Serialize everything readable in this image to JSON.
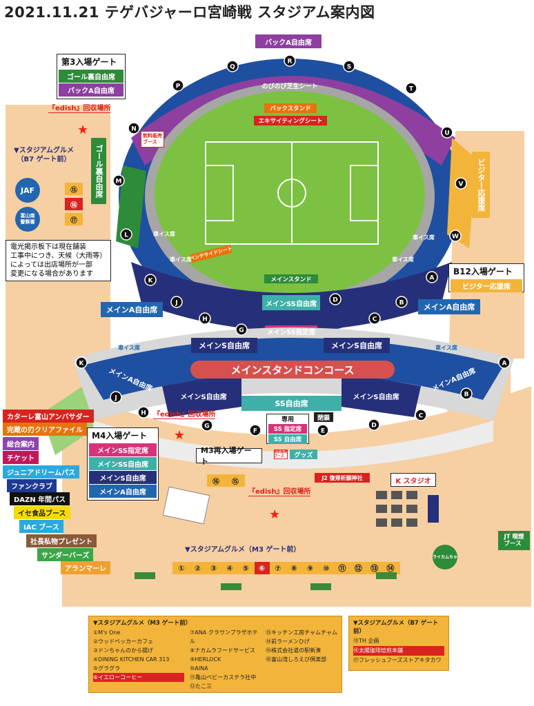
{
  "title": "2021.11.21 テゲバジャーロ宮崎戦 スタジアム案内図",
  "back_stand": {
    "label": "バックA自由席",
    "nobi": "のびのび芝生シート",
    "back_stand": "バックスタンド",
    "exciting": "エキサイティングシート"
  },
  "gate3": {
    "title": "第3入場ゲート",
    "rows": [
      "ゴール裏自由席",
      "バックA自由席"
    ]
  },
  "edish_top": "『edish』回収場所",
  "edish_mid": "『edish』回収場所",
  "edish_bottom": "『edish』回収場所",
  "goal_seats": "ゴール裏自由席",
  "visitor_seats": "ビジター応援席",
  "drink_booth": "飲料販売\nブース",
  "b7_gourmet": {
    "title": "▼スタジアムグルメ\n（B7 ゲート前）",
    "jaf": "JAF",
    "police": "富山南\n警察署",
    "n15": "⑮",
    "n16": "⑯",
    "n17": "⑰"
  },
  "notice": [
    "電光掲示板下は現在舗装",
    "工事中につき、天候（大雨等）",
    "によっては出店場所が一部",
    "変更になる場合があります"
  ],
  "wheelchair": "車イス席",
  "bench_side": "ベンチサイドシート",
  "main_stand": "メインスタンド",
  "main_ss_free": "メインSS自由席",
  "main_ss_reserved": "メインSS指定席",
  "main_a_free": "メインA自由席",
  "main_s_free": "メインS自由席",
  "gateB12": {
    "title": "B12入場ゲート",
    "rows": [
      "ビジター応援席"
    ]
  },
  "concourse": "メインスタンドコンコース",
  "ss_free": "SS自由席",
  "exclusive": {
    "title": "専用",
    "rows": [
      "SS 指定席",
      "SS 自由席"
    ]
  },
  "closed": "閉鎖",
  "gateM4": {
    "title": "M4入場ゲート",
    "rows": [
      "メインSS指定席",
      "メインSS自由席",
      "メインS自由席",
      "メインA自由席"
    ]
  },
  "gateM3": "M3再入場ゲート",
  "goods": "グッズ",
  "drink2": "飲料販売\nブース",
  "shrine": "J2 復帰祈願神社",
  "k_studio": "K スタジオ",
  "jt_booth": "JT 喫煙\nブース",
  "raicho": "ライカムちゃ",
  "left_buttons": [
    {
      "label": "カターレ富山アンバサダー",
      "color": "#d9231e"
    },
    {
      "label": "完蔵の刃クリアファイル",
      "color": "#e8730c"
    },
    {
      "label": "総合案内",
      "color": "#8e44ad"
    },
    {
      "label": "チケット",
      "color": "#c2185b"
    },
    {
      "label": "ジュニアドリームパス",
      "color": "#29a9e0"
    },
    {
      "label": "ファンクラブ",
      "color": "#1f3a93"
    },
    {
      "label": "DAZN 年間パス",
      "color": "#111111"
    },
    {
      "label": "イセ食品ブース",
      "color": "#f5d90a"
    },
    {
      "label": "IAC ブース",
      "color": "#29a9e0"
    },
    {
      "label": "社長私物プレゼント",
      "color": "#8a5a3a"
    },
    {
      "label": "サンダーバーズ",
      "color": "#3aa647"
    },
    {
      "label": "アランマーレ",
      "color": "#f0a030"
    }
  ],
  "m3_gourmet_title": "▼スタジアムグルメ（M3 ゲート前）",
  "stall_numbers": [
    "①",
    "②",
    "③",
    "④",
    "⑤",
    "⑥",
    "⑦",
    "⑧",
    "⑨",
    "⑩",
    "⑪",
    "⑫",
    "⑬",
    "⑭"
  ],
  "mid_stalls": [
    "⑯",
    "⑮"
  ],
  "block_letters": [
    "P",
    "Q",
    "R",
    "S",
    "T",
    "U",
    "V",
    "W",
    "N",
    "M",
    "L",
    "K",
    "J",
    "H",
    "G",
    "F",
    "E",
    "D",
    "C",
    "B",
    "A"
  ],
  "m3_list": {
    "title": "▼スタジアムグルメ（M3 ゲート前）",
    "col1": [
      "①M's One",
      "②ウッドベッカーカフェ",
      "③ドンちゃんのから揚げ",
      "④DINING KITCHEN CAR 313",
      "⑤グラグラ",
      "⑥イエローコーヒー"
    ],
    "col2": [
      "⑦ANA クラウンプラザホテル",
      "⑧ナカムラフードサービス",
      "⑨HERLOCK",
      "⑩AINA",
      "⑪亀山ベビーカステラ社中",
      "⑫たこ三"
    ],
    "col3": [
      "⑬キッチン工房チャムチャム",
      "⑭前ラーメンひげ",
      "⑮株式会社道の駅新湊",
      "⑯富山湾しろえび倶楽部"
    ]
  },
  "b7_list": {
    "title": "▼スタジアムグルメ（B7 ゲート前）",
    "items": [
      "⑮TH 企画",
      "⑯太陽珈琲焙煎本舗",
      "⑰フレッシュフーズストアキタカワ"
    ]
  },
  "colors": {
    "purple": "#8e3fa0",
    "green": "#2e8b3a",
    "orange": "#f3b43a",
    "blue": "#2266b0",
    "navy": "#26307a",
    "teal": "#3fb0a8",
    "pink": "#d6337a",
    "ground": "#f6cfa2",
    "pitch": "#7cc142"
  }
}
